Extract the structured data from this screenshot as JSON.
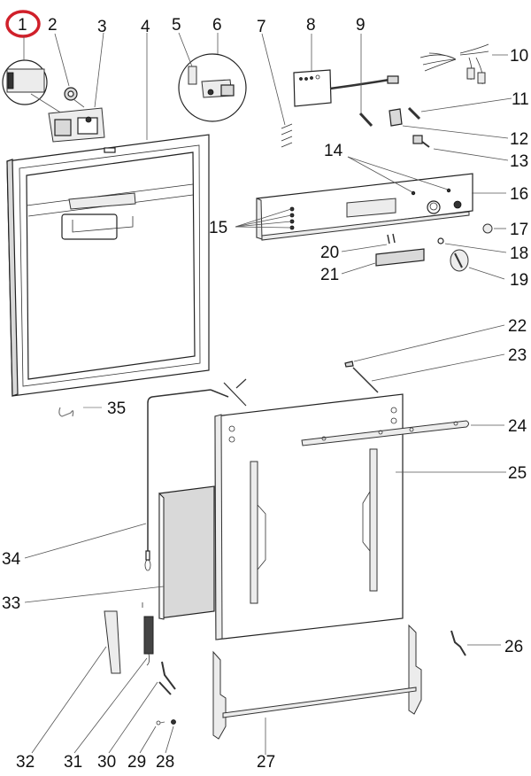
{
  "diagram": {
    "title": "Dishwasher door exploded parts view",
    "highlight": {
      "part": "1",
      "color": "#d0202a"
    },
    "callouts": [
      {
        "id": "1"
      },
      {
        "id": "2"
      },
      {
        "id": "3"
      },
      {
        "id": "4"
      },
      {
        "id": "5"
      },
      {
        "id": "6"
      },
      {
        "id": "7"
      },
      {
        "id": "8"
      },
      {
        "id": "9"
      },
      {
        "id": "10"
      },
      {
        "id": "11"
      },
      {
        "id": "12"
      },
      {
        "id": "13"
      },
      {
        "id": "14"
      },
      {
        "id": "15"
      },
      {
        "id": "16"
      },
      {
        "id": "17"
      },
      {
        "id": "18"
      },
      {
        "id": "19"
      },
      {
        "id": "20"
      },
      {
        "id": "21"
      },
      {
        "id": "22"
      },
      {
        "id": "23"
      },
      {
        "id": "24"
      },
      {
        "id": "25"
      },
      {
        "id": "26"
      },
      {
        "id": "27"
      },
      {
        "id": "28"
      },
      {
        "id": "29"
      },
      {
        "id": "30"
      },
      {
        "id": "31"
      },
      {
        "id": "32"
      },
      {
        "id": "33"
      },
      {
        "id": "34"
      },
      {
        "id": "35"
      }
    ]
  }
}
